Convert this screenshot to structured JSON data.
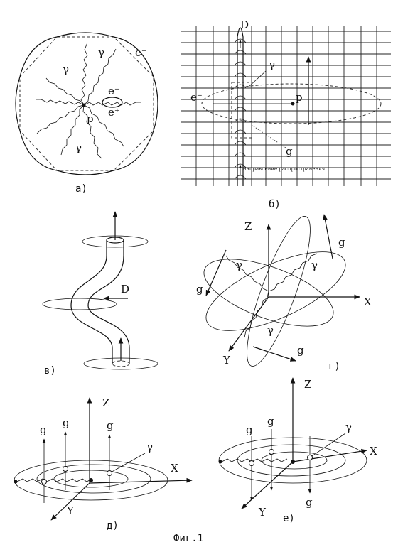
{
  "figure_caption": "Фиг.1",
  "panels": {
    "a": {
      "caption": "а)",
      "gamma_1": "γ",
      "gamma_2": "γ",
      "gamma_3": "γ",
      "electron": "e⁻",
      "electron_inner": "e⁻",
      "positron": "e⁺",
      "proton": "p"
    },
    "b": {
      "caption": "б)",
      "label_D": "D",
      "label_gamma": "γ",
      "label_electron": "e⁻",
      "label_p": "p",
      "label_g": "g",
      "direction_note": "направление распространения"
    },
    "v": {
      "caption": "в)",
      "label_D": "D"
    },
    "g": {
      "caption": "г)",
      "label_Z": "Z",
      "label_X": "X",
      "label_Y": "Y",
      "gamma_1": "γ",
      "gamma_2": "γ",
      "gamma_3": "γ",
      "g_1": "g",
      "g_2": "g",
      "g_3": "g"
    },
    "d": {
      "caption": "д)",
      "label_Z": "Z",
      "label_X": "X",
      "label_Y": "Y",
      "label_gamma": "γ",
      "g_1": "g",
      "g_2": "g",
      "g_3": "g"
    },
    "e": {
      "caption": "е)",
      "label_Z": "Z",
      "label_X": "X",
      "label_Y": "Y",
      "label_gamma": "γ",
      "g_1": "g",
      "g_2": "g",
      "g_3": "g"
    }
  }
}
